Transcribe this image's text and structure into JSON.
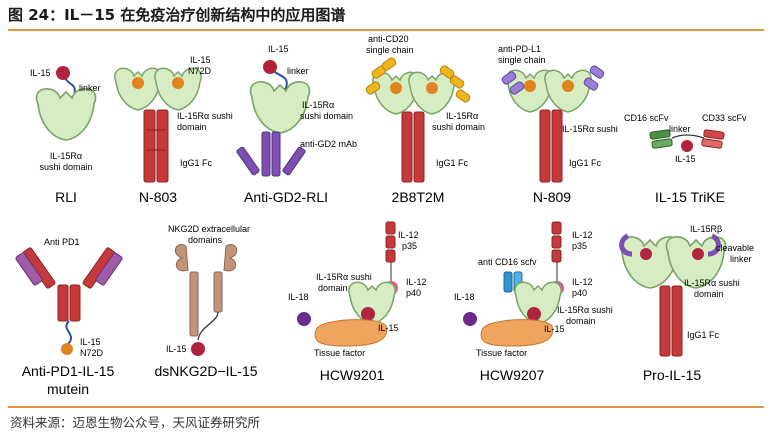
{
  "figure_title": "图 24：IL－15 在免疫治疗创新结构中的应用图谱",
  "source": "资料来源：迈恩生物公众号，天风证券研究所",
  "constructs": {
    "rli": {
      "name": "RLI",
      "labels": {
        "il15": "IL-15",
        "linker": "linker",
        "sushi_l1": "IL-15Rα",
        "sushi_l2": "sushi domain"
      }
    },
    "n803": {
      "name": "N-803",
      "labels": {
        "il15_l1": "IL-15",
        "il15_l2": "N72D",
        "sushi_l1": "IL-15Rα sushi",
        "sushi_l2": "domain",
        "fc": "IgG1 Fc"
      }
    },
    "anti_gd2_rli": {
      "name": "Anti-GD2-RLI",
      "labels": {
        "il15": "IL-15",
        "linker": "linker",
        "sushi_l1": "IL-15Rα",
        "sushi_l2": "sushi domain",
        "mab": "anti-GD2 mAb"
      }
    },
    "b2b8t2m": {
      "name": "2B8T2M",
      "labels": {
        "chain_l1": "anti-CD20",
        "chain_l2": "single chain",
        "sushi_l1": "IL-15Rα",
        "sushi_l2": "sushi domain",
        "fc": "IgG1 Fc"
      }
    },
    "n809": {
      "name": "N-809",
      "labels": {
        "chain_l1": "anti-PD-L1",
        "chain_l2": "single chain",
        "sushi": "IL-15Rα sushi",
        "fc": "IgG1 Fc"
      }
    },
    "trike": {
      "name": "IL-15 TriKE",
      "labels": {
        "cd16": "CD16 scFv",
        "cd33": "CD33 scFv",
        "linker": "linker",
        "il15": "IL-15"
      }
    },
    "anti_pd1_il15": {
      "name_l1": "Anti-PD1-IL-15",
      "name_l2": "mutein",
      "labels": {
        "pd1": "Anti PD1",
        "il15_l1": "IL-15",
        "il15_l2": "N72D"
      }
    },
    "dsnkg2d": {
      "name": "dsNKG2D−IL-15",
      "labels": {
        "ecd_l1": "NKG2D extracellular",
        "ecd_l2": "domains",
        "il15": "IL-15"
      }
    },
    "hcw9201": {
      "name": "HCW9201",
      "labels": {
        "il12_l1": "IL-12",
        "il12_l2": "p35",
        "p40_l1": "IL-12",
        "p40_l2": "p40",
        "sushi_l1": "IL-15Rα sushi",
        "sushi_l2": "domain",
        "il18": "IL-18",
        "il15": "IL-15",
        "tissue": "Tissue factor"
      }
    },
    "hcw9207": {
      "name": "HCW9207",
      "labels": {
        "il12_l1": "IL-12",
        "il12_l2": "p35",
        "p40_l1": "IL-12",
        "p40_l2": "p40",
        "scfv": "anti CD16 scfv",
        "sushi_l1": "IL-15Rα sushi",
        "sushi_l2": "domain",
        "il18": "IL-18",
        "il15": "IL-15",
        "tissue": "Tissue factor"
      }
    },
    "pro_il15": {
      "name": "Pro-IL-15",
      "labels": {
        "rb": "IL-15Rβ",
        "cleav_l1": "cleavable",
        "cleav_l2": "linker",
        "sushi_l1": "IL-15Rα sushi",
        "sushi_l2": "domain",
        "fc": "IgG1 Fc"
      }
    }
  },
  "colors": {
    "accent_rule": "#e5923a",
    "sushi": "#d6ecc3",
    "fc_red": "#c43a3a",
    "il15": "#b0243e",
    "orange_ball": "#e0841e",
    "purple": "#7d4fb0",
    "tan": "#c0957a"
  }
}
